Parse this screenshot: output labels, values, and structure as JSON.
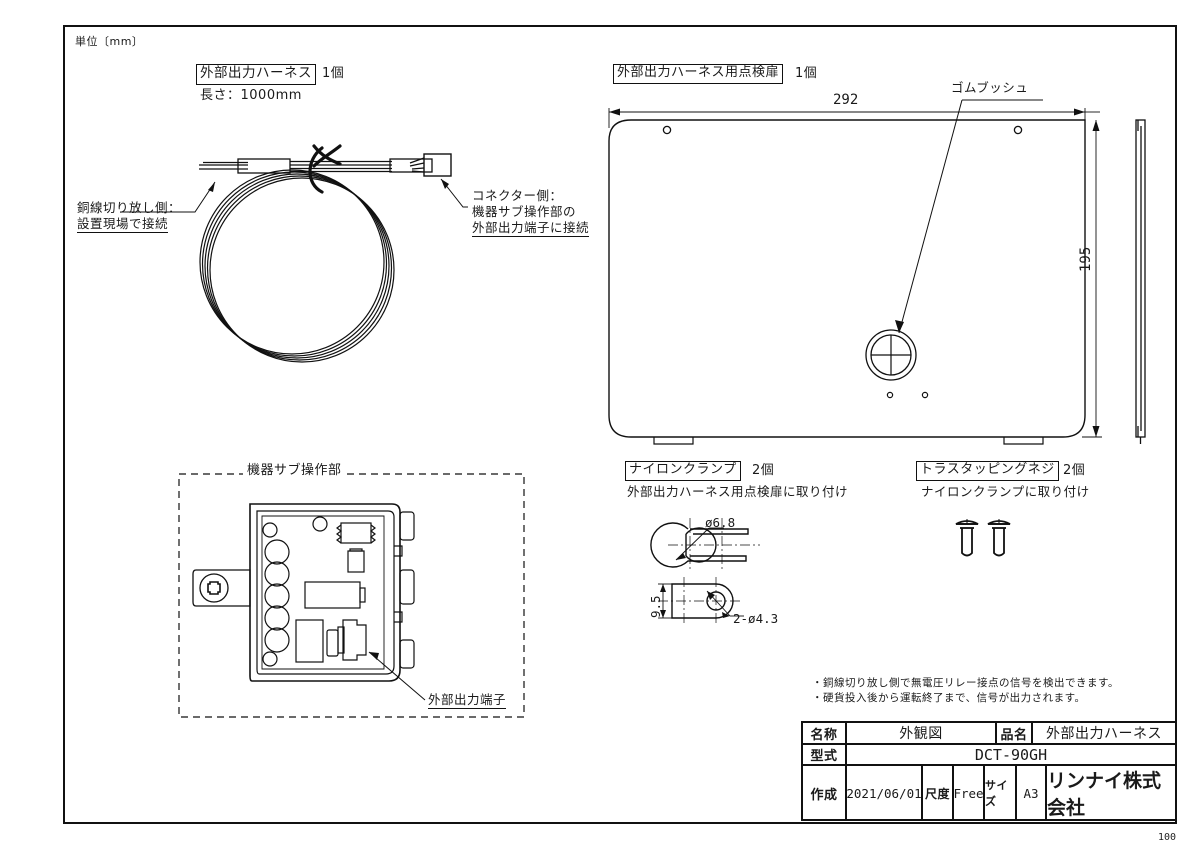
{
  "sheet": {
    "unit_label": "単位〔mm〕",
    "page_number": "100"
  },
  "harness": {
    "title": "外部出力ハーネス",
    "qty": "1個",
    "length": "長さ：1000mm",
    "left_callout": [
      "銅線切り放し側：",
      "設置現場で接続"
    ],
    "right_callout": [
      "コネクター側：",
      "機器サブ操作部の",
      "外部出力端子に接続"
    ]
  },
  "door": {
    "title": "外部出力ハーネス用点検扉",
    "qty": "1個",
    "width_dim": "292",
    "height_dim": "195",
    "bush_label": "ゴムブッシュ"
  },
  "sub_unit": {
    "title": "機器サブ操作部",
    "terminal_label": "外部出力端子"
  },
  "clamp": {
    "title": "ナイロンクランプ",
    "qty": "2個",
    "note": "外部出力ハーネス用点検扉に取り付け",
    "dim_dia": "ø6.8",
    "dim_height": "9.5",
    "dim_holes": "2-ø4.3"
  },
  "screw": {
    "title": "トラスタッピングネジ",
    "qty": "2個",
    "note": "ナイロンクランプに取り付け"
  },
  "notes": [
    "・銅線切り放し側で無電圧リレー接点の信号を検出できます。",
    "・硬貨投入後から運転終了まで、信号が出力されます。"
  ],
  "title_block": {
    "name_label": "名称",
    "name_value": "外観図",
    "part_label": "品名",
    "part_value": "外部出力ハーネス",
    "model_label": "型式",
    "model_value": "DCT-90GH",
    "created_label": "作成",
    "created_value": "2021/06/01",
    "scale_label": "尺度",
    "scale_value": "Free",
    "size_label": "サイズ",
    "size_value": "A3",
    "company": "リンナイ株式会社"
  },
  "colors": {
    "line": "#111111",
    "paper": "#ffffff"
  }
}
